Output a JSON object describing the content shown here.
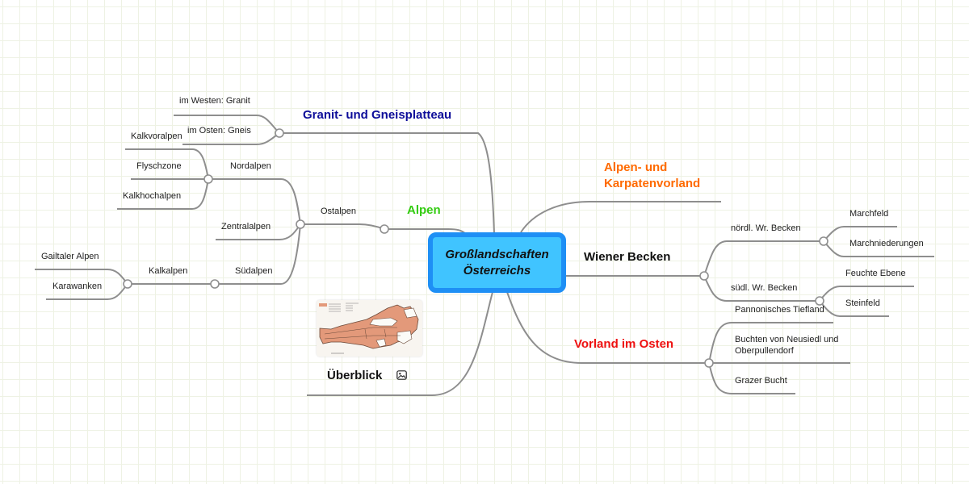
{
  "central_topic": {
    "line1": "Großlandschaften",
    "line2": "Österreichs",
    "fill_color": "#40c4ff",
    "border_color": "#1e8ff5"
  },
  "branches": {
    "granit": {
      "label": "Granit- und Gneisplatteau",
      "color": "#0d0d99",
      "children": [
        "im Westen: Granit",
        "im Osten: Gneis"
      ]
    },
    "alpen": {
      "label": "Alpen",
      "color": "#33cc11",
      "ostalpen": {
        "label": "Ostalpen",
        "nordalpen": {
          "label": "Nordalpen",
          "children": [
            "Kalkvoralpen",
            "Flyschzone",
            "Kalkhochalpen"
          ]
        },
        "zentralalpen": {
          "label": "Zentralalpen"
        },
        "suedalpen": {
          "label": "Südalpen",
          "kalkalpen": {
            "label": "Kalkalpen",
            "children": [
              "Gailtaler Alpen",
              "Karawanken"
            ]
          }
        }
      }
    },
    "ueberblick": {
      "label": "Überblick",
      "color": "#111111",
      "attachment_icon": "image-icon",
      "image_alt": "Karte der Großlandschaften Österreichs"
    },
    "vorland": {
      "label_line1": "Alpen- und",
      "label_line2": "Karpatenvorland",
      "color": "#ff6a00"
    },
    "wiener_becken": {
      "label": "Wiener Becken",
      "color": "#111111",
      "noerdl": {
        "label": "nördl. Wr. Becken",
        "children": [
          "Marchfeld",
          "Marchniederungen"
        ]
      },
      "suedl": {
        "label": "südl. Wr. Becken",
        "children": [
          "Feuchte Ebene",
          "Steinfeld"
        ]
      }
    },
    "vorland_osten": {
      "label": "Vorland im Osten",
      "color": "#ee1111",
      "children": [
        "Pannonisches Tiefland",
        "Buchten von Neusiedl und",
        "Oberpullendorf",
        "Grazer Bucht"
      ]
    }
  }
}
